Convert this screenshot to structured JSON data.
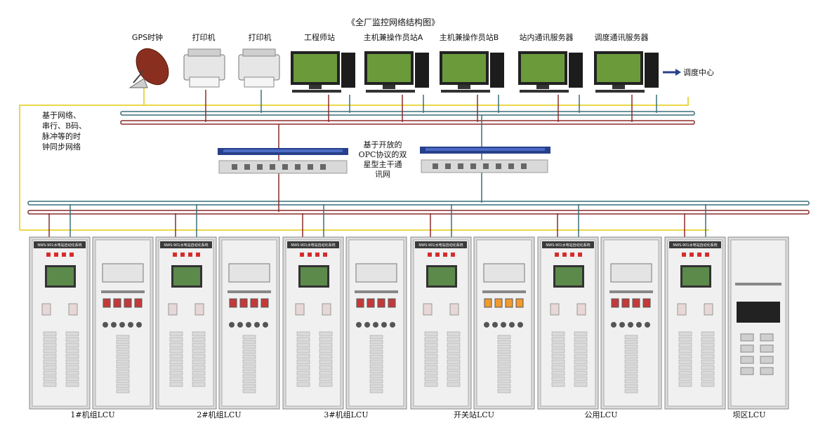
{
  "title": "《全厂监控网络结构图》",
  "devices": [
    {
      "id": "gps",
      "label": "GPS时钟"
    },
    {
      "id": "printer1",
      "label": "打印机"
    },
    {
      "id": "printer2",
      "label": "打印机"
    },
    {
      "id": "engineer",
      "label": "工程师站"
    },
    {
      "id": "opA",
      "label": "主机兼操作员站A"
    },
    {
      "id": "opB",
      "label": "主机兼操作员站B"
    },
    {
      "id": "comm1",
      "label": "站内通讯服务器"
    },
    {
      "id": "comm2",
      "label": "调度通讯服务器"
    }
  ],
  "dispatch_label": "调度中心",
  "sync_note": [
    "基于网络、",
    "串行、B码、",
    "脉冲等的时",
    "钟同步网络"
  ],
  "backbone_note": [
    "基于开放的",
    "OPC协议的双",
    "星型主干通",
    "讯网"
  ],
  "cabinet_header": "NWS-901水电站自动化系统",
  "lcus": [
    {
      "id": "lcu1",
      "label": "1#机组LCU"
    },
    {
      "id": "lcu2",
      "label": "2#机组LCU"
    },
    {
      "id": "lcu3",
      "label": "3#机组LCU"
    },
    {
      "id": "lcu4",
      "label": "开关站LCU"
    },
    {
      "id": "lcu5",
      "label": "公用LCU"
    },
    {
      "id": "lcu6",
      "label": "坝区LCU"
    }
  ],
  "colors": {
    "gps_line": "#e8d84a",
    "bus_a": "#3a6f78",
    "bus_b": "#8b2a2a",
    "cabinet": "#dcdcdc",
    "switch_top": "#27408b"
  }
}
